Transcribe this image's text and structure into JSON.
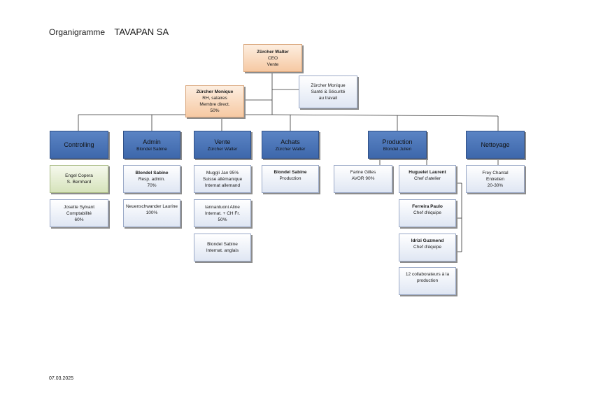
{
  "header": {
    "label": "Organigramme",
    "company": "TAVAPAN SA"
  },
  "date": "07.03.2025",
  "top": {
    "ceo": {
      "name": "Zürcher Walter",
      "lines": [
        "CEO",
        "Vente"
      ]
    },
    "safety": {
      "lines": [
        "Zürcher Monique",
        "Santé & Sécurité",
        "au travail"
      ]
    },
    "hr": {
      "name": "Zürcher Monique",
      "lines": [
        "RH, salaires",
        "Membre direct.",
        "50%"
      ]
    }
  },
  "departments": {
    "controlling": {
      "name": "Controlling",
      "sub": ""
    },
    "admin": {
      "name": "Admin",
      "sub": "Blondel Sabine"
    },
    "vente": {
      "name": "Vente",
      "sub": "Zürcher Walter"
    },
    "achats": {
      "name": "Achats",
      "sub": "Zürcher Walter"
    },
    "production": {
      "name": "Production",
      "sub": "Blondel Julien"
    },
    "nettoyage": {
      "name": "Nettoyage",
      "sub": ""
    }
  },
  "staff": {
    "controlling_1": {
      "lines": [
        "Engel Copera",
        "S. Bernhard"
      ]
    },
    "controlling_2": {
      "lines": [
        "Josette Sylvant",
        "Comptabilité",
        "60%"
      ]
    },
    "admin_1": {
      "name": "Blondel Sabine",
      "lines": [
        "Resp. admin.",
        "70%"
      ]
    },
    "admin_2": {
      "lines": [
        "Neuenschwander Laurine",
        "100%"
      ]
    },
    "vente_1": {
      "lines": [
        "Muggli Jan 95%",
        "Suisse allémanique",
        "Internat allemand"
      ]
    },
    "vente_2": {
      "lines": [
        "Iannantuoni Aline",
        "Internat. + CH Fr.",
        "50%"
      ]
    },
    "vente_3": {
      "lines": [
        "Blondel Sabine",
        "Internat. anglais"
      ]
    },
    "achats_1": {
      "name": "Blondel Sabine",
      "lines": [
        "Production"
      ]
    },
    "prod_1": {
      "lines": [
        "Farine Gilles",
        "AVOR 90%"
      ]
    },
    "prod_2": {
      "name": "Huguelet Laurent",
      "lines": [
        "Chef d'atelier"
      ]
    },
    "prod_3": {
      "name": "Ferreira Paulo",
      "lines": [
        "Chef d'équipe"
      ]
    },
    "prod_4": {
      "name": "Idrizi Guzmend",
      "lines": [
        "Chef d'équipe"
      ]
    },
    "prod_5": {
      "lines": [
        "12 collaborateurs à la",
        "production"
      ]
    },
    "nettoyage_1": {
      "lines": [
        "Frey Chantal",
        "Entretien",
        "20-30%"
      ]
    }
  }
}
